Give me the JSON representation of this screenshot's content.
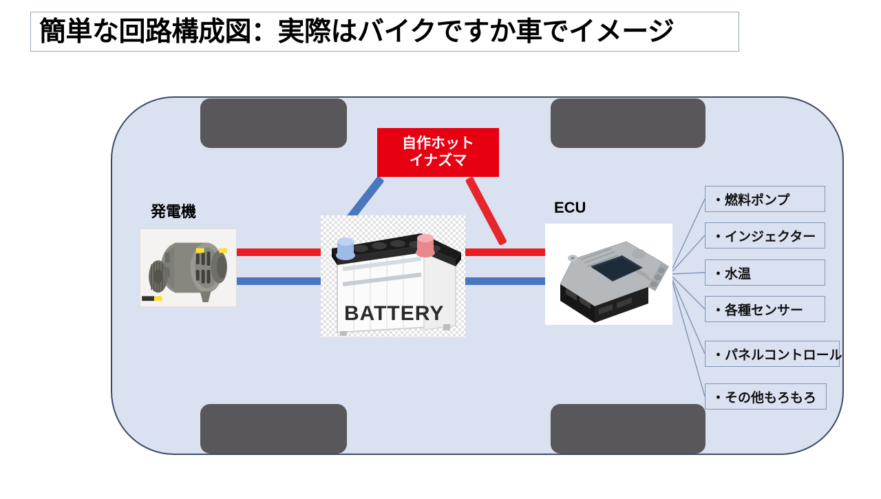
{
  "title": {
    "text": "簡単な回路構成図：実際はバイクですか車でイメージ"
  },
  "diagram": {
    "generator_label": "発電機",
    "ecu_label": "ECU",
    "battery_text": "BATTERY",
    "callout": {
      "line1": "自作ホット",
      "line2": "イナズマ",
      "color": "#e60012"
    },
    "cables": {
      "positive_color": "#ec1c24",
      "negative_color": "#4a76be"
    },
    "car_body_color": "#dae1f1",
    "car_outline_color": "#3b4a63",
    "wheel_color": "#595759",
    "ecu_outputs": [
      "・燃料ポンプ",
      "・インジェクター",
      "・水温",
      "・各種センサー",
      "・パネルコントロール",
      "・その他もろもろ"
    ]
  }
}
